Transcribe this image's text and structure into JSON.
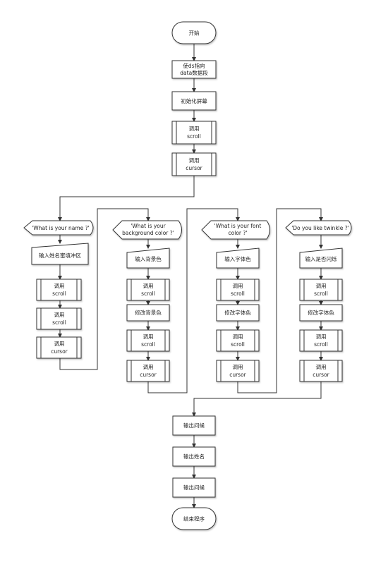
{
  "diagram": {
    "start": "开始",
    "init": {
      "ds_setup": [
        "使ds指向",
        "data数据段"
      ],
      "init_screen": "初始化屏幕",
      "call_scroll": [
        "调用",
        "scroll"
      ],
      "call_cursor": [
        "调用",
        "cursor"
      ]
    },
    "branches": [
      {
        "prompt": [
          "'What is your name ?'"
        ],
        "steps": [
          {
            "kind": "io",
            "text": [
              "输入姓名蜜填冲区"
            ]
          },
          {
            "kind": "sub",
            "text": [
              "调用",
              "scroll"
            ]
          },
          {
            "kind": "sub",
            "text": [
              "调用",
              "scroll"
            ]
          },
          {
            "kind": "sub",
            "text": [
              "调用",
              "cursor"
            ]
          }
        ]
      },
      {
        "prompt": [
          "'What is your",
          "background color ?'"
        ],
        "steps": [
          {
            "kind": "io",
            "text": [
              "输入背景色"
            ]
          },
          {
            "kind": "sub",
            "text": [
              "调用",
              "scroll"
            ]
          },
          {
            "kind": "proc",
            "text": [
              "修改背景色"
            ]
          },
          {
            "kind": "sub",
            "text": [
              "调用",
              "scroll"
            ]
          },
          {
            "kind": "sub",
            "text": [
              "调用",
              "cursor"
            ]
          }
        ]
      },
      {
        "prompt": [
          "'What is your font",
          "color ?'"
        ],
        "steps": [
          {
            "kind": "io",
            "text": [
              "输入字体色"
            ]
          },
          {
            "kind": "sub",
            "text": [
              "调用",
              "scroll"
            ]
          },
          {
            "kind": "proc",
            "text": [
              "修改字体色"
            ]
          },
          {
            "kind": "sub",
            "text": [
              "调用",
              "scroll"
            ]
          },
          {
            "kind": "sub",
            "text": [
              "调用",
              "cursor"
            ]
          }
        ]
      },
      {
        "prompt": [
          "'Do you like twinkle ?'"
        ],
        "steps": [
          {
            "kind": "io",
            "text": [
              "输入是否闪烁"
            ]
          },
          {
            "kind": "sub",
            "text": [
              "调用",
              "scroll"
            ]
          },
          {
            "kind": "proc",
            "text": [
              "修改字体色"
            ]
          },
          {
            "kind": "sub",
            "text": [
              "调用",
              "scroll"
            ]
          },
          {
            "kind": "sub",
            "text": [
              "调用",
              "cursor"
            ]
          }
        ]
      }
    ],
    "output": {
      "greeting": "输出问候",
      "name": "输出姓名",
      "greeting2": "输出问候"
    },
    "end": "结束程序"
  }
}
